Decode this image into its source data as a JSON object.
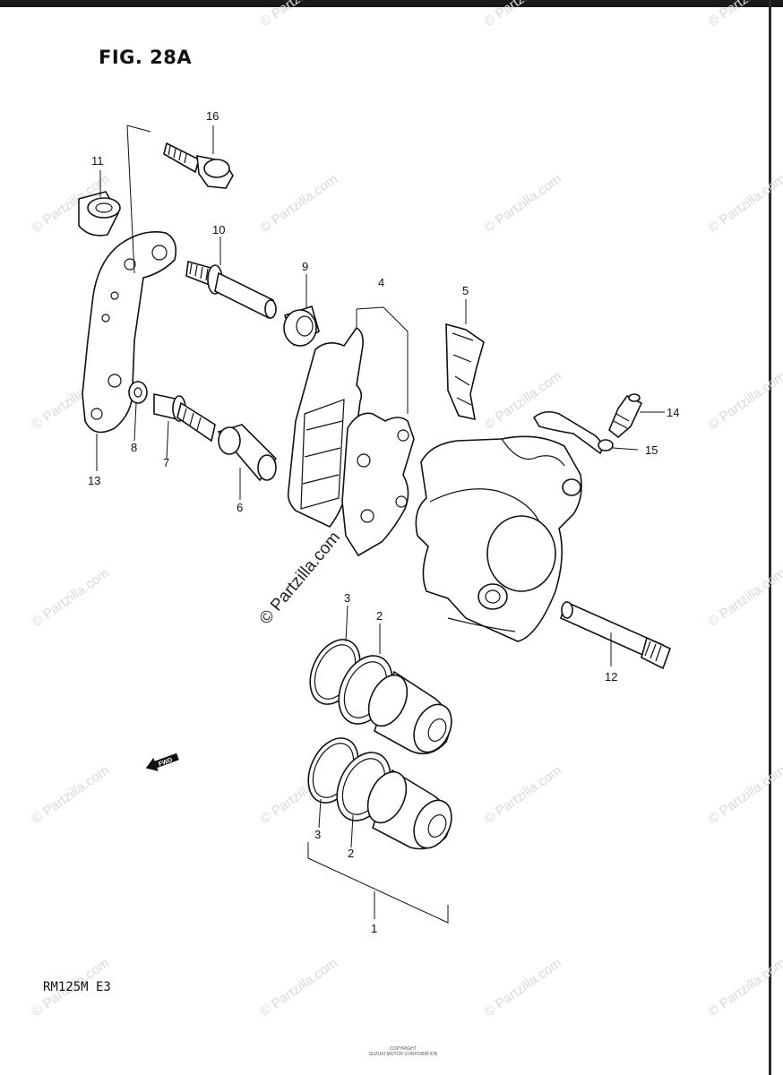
{
  "figure": {
    "title": "FIG. 28A",
    "model": "RM125M  E3"
  },
  "watermark": {
    "text": "© Partzilla.com"
  },
  "footer": {
    "line1": "COPYRIGHT",
    "line2": "SUZUKI MOTOR CORPORATION"
  },
  "callouts": [
    {
      "id": "16",
      "label": "16"
    },
    {
      "id": "11",
      "label": "11"
    },
    {
      "id": "10",
      "label": "10"
    },
    {
      "id": "9",
      "label": "9"
    },
    {
      "id": "4",
      "label": "4"
    },
    {
      "id": "5",
      "label": "5"
    },
    {
      "id": "14",
      "label": "14"
    },
    {
      "id": "15",
      "label": "15"
    },
    {
      "id": "8",
      "label": "8"
    },
    {
      "id": "7",
      "label": "7"
    },
    {
      "id": "13",
      "label": "13"
    },
    {
      "id": "6",
      "label": "6"
    },
    {
      "id": "12",
      "label": "12"
    },
    {
      "id": "3a",
      "label": "3"
    },
    {
      "id": "2a",
      "label": "2"
    },
    {
      "id": "3b",
      "label": "3"
    },
    {
      "id": "2b",
      "label": "2"
    },
    {
      "id": "1",
      "label": "1"
    }
  ],
  "fwd_marker": {
    "label": "FWD"
  }
}
